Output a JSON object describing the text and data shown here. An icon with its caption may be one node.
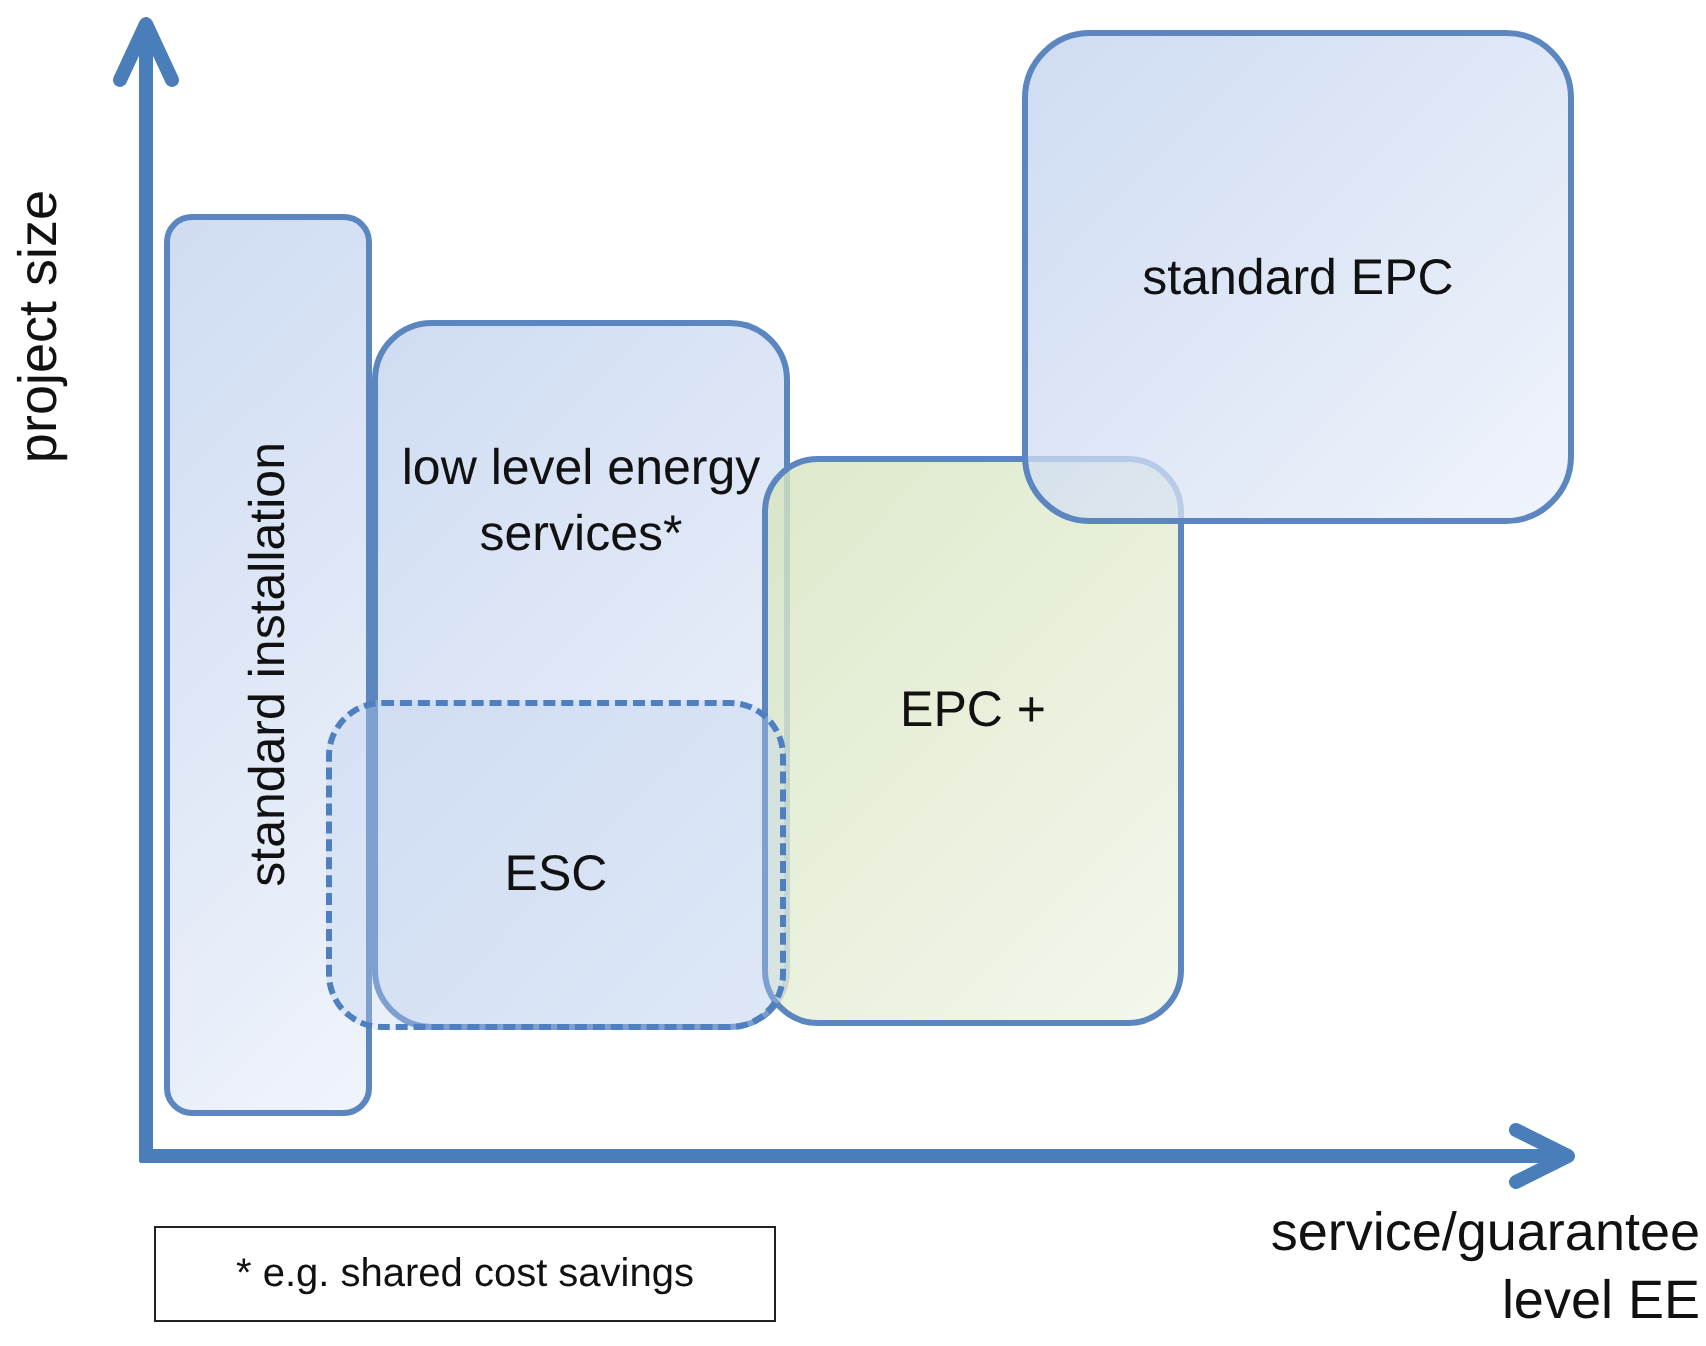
{
  "diagram": {
    "nodes": [
      {
        "text": [
          "standard installation"
        ]
      },
      {
        "text": [
          "low level energy services*"
        ]
      },
      {
        "text": [
          "ESC"
        ]
      },
      {
        "text": [
          "EPC +"
        ]
      },
      {
        "text": [
          "standard EPC"
        ]
      },
      {
        "text": [
          "* e.g. shared cost savings"
        ]
      }
    ],
    "edges": [],
    "labels": [
      "project size",
      "service/guarantee level EE"
    ]
  }
}
